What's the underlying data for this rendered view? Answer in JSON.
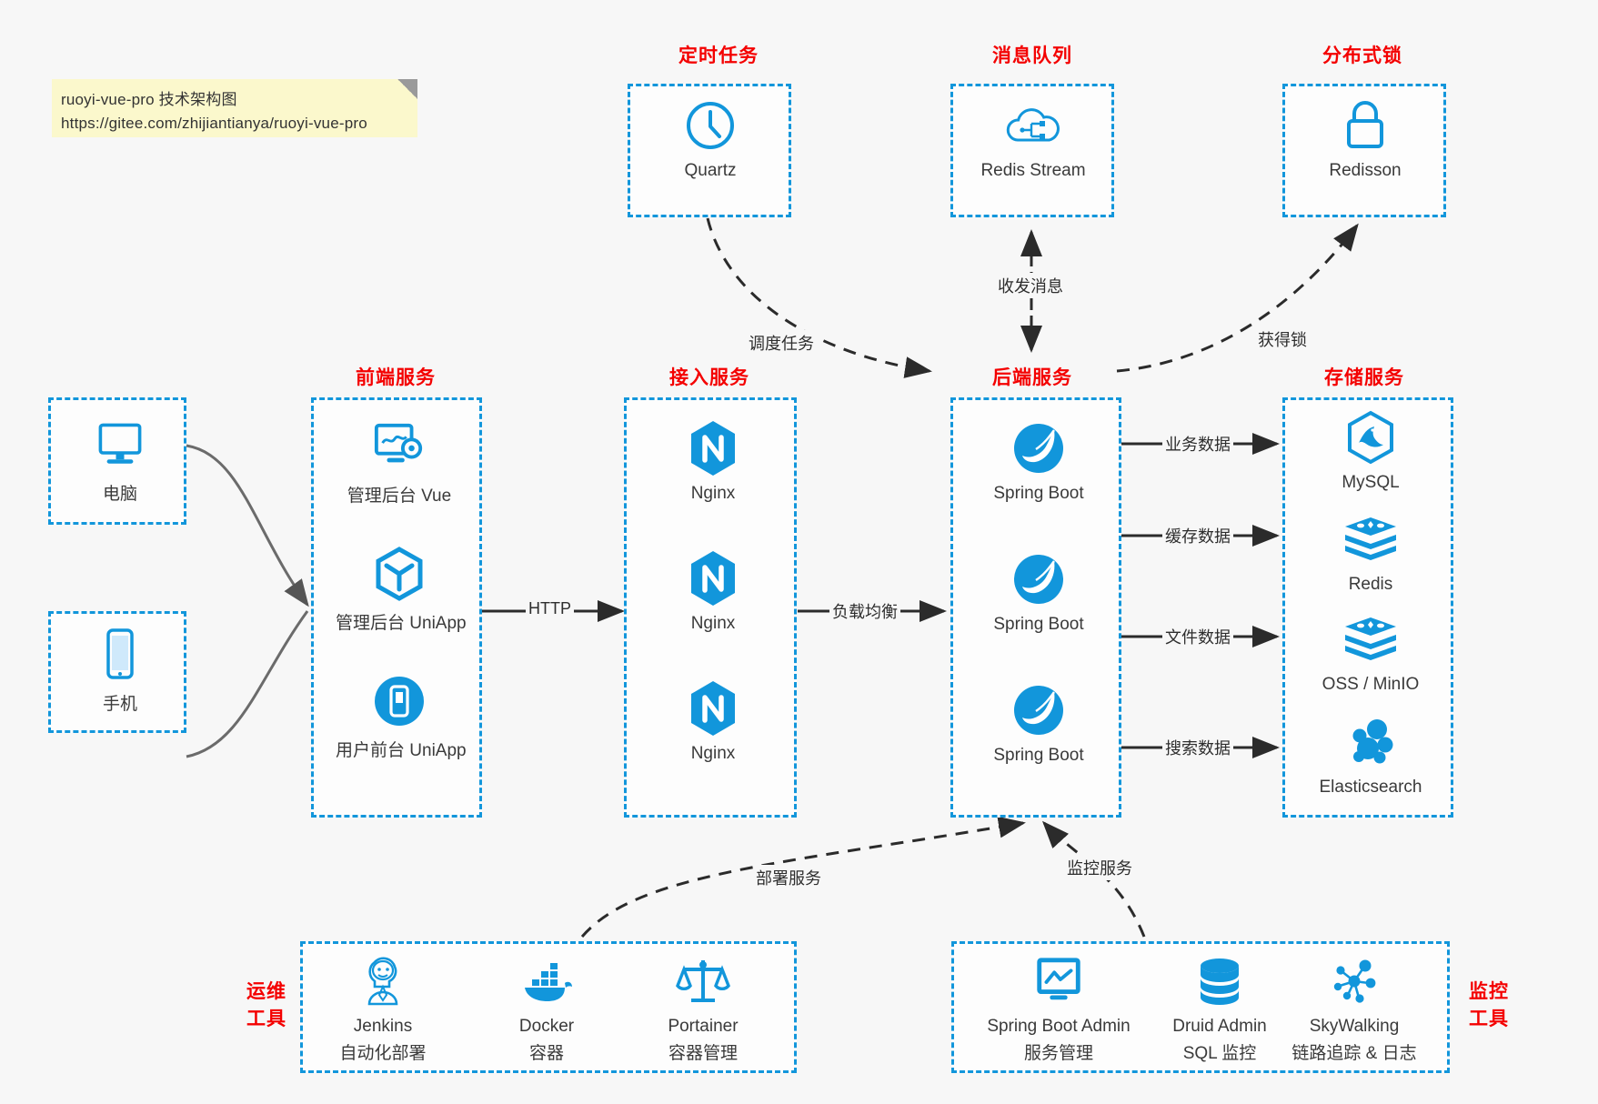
{
  "note": {
    "line1": "ruoyi-vue-pro 技术架构图",
    "line2": "https://gitee.com/zhijiantianya/ruoyi-vue-pro"
  },
  "colors": {
    "accent": "#1296db",
    "caption": "#f40000",
    "background": "#f7f7f7",
    "note_bg": "#fbf8cc",
    "arrow": "#3c3c3c"
  },
  "captions": {
    "scheduler": "定时任务",
    "mq": "消息队列",
    "lock": "分布式锁",
    "frontend": "前端服务",
    "gateway": "接入服务",
    "backend": "后端服务",
    "storage": "存储服务",
    "devops_1": "运维",
    "devops_2": "工具",
    "monitor_1": "监控",
    "monitor_2": "工具"
  },
  "clients": [
    {
      "icon": "monitor-icon",
      "label": "电脑"
    },
    {
      "icon": "phone-icon",
      "label": "手机"
    }
  ],
  "scheduler": {
    "items": [
      {
        "icon": "clock-icon",
        "label": "Quartz"
      }
    ]
  },
  "mq": {
    "items": [
      {
        "icon": "cloud-stream-icon",
        "label": "Redis Stream"
      }
    ]
  },
  "lock": {
    "items": [
      {
        "icon": "lock-icon",
        "label": "Redisson"
      }
    ]
  },
  "frontend": {
    "items": [
      {
        "icon": "dashboard-gear-icon",
        "label": "管理后台 Vue"
      },
      {
        "icon": "cube-icon",
        "label": "管理后台 UniApp"
      },
      {
        "icon": "mobile-app-icon",
        "label": "用户前台 UniApp"
      }
    ]
  },
  "gateway": {
    "items": [
      {
        "icon": "nginx-icon",
        "label": "Nginx"
      },
      {
        "icon": "nginx-icon",
        "label": "Nginx"
      },
      {
        "icon": "nginx-icon",
        "label": "Nginx"
      }
    ]
  },
  "backend": {
    "items": [
      {
        "icon": "spring-boot-icon",
        "label": "Spring Boot"
      },
      {
        "icon": "spring-boot-icon",
        "label": "Spring Boot"
      },
      {
        "icon": "spring-boot-icon",
        "label": "Spring Boot"
      }
    ]
  },
  "storage": {
    "items": [
      {
        "icon": "mysql-icon",
        "label": "MySQL"
      },
      {
        "icon": "redis-icon",
        "label": "Redis"
      },
      {
        "icon": "redis-icon",
        "label": "OSS / MinIO"
      },
      {
        "icon": "elasticsearch-icon",
        "label": "Elasticsearch"
      }
    ]
  },
  "devops": {
    "items": [
      {
        "icon": "jenkins-icon",
        "label": "Jenkins",
        "sub": "自动化部署"
      },
      {
        "icon": "docker-icon",
        "label": "Docker",
        "sub": "容器"
      },
      {
        "icon": "portainer-icon",
        "label": "Portainer",
        "sub": "容器管理"
      }
    ]
  },
  "monitor": {
    "items": [
      {
        "icon": "monitor-chart-icon",
        "label": "Spring Boot Admin",
        "sub": "服务管理"
      },
      {
        "icon": "database-icon",
        "label": "Druid Admin",
        "sub": "SQL 监控"
      },
      {
        "icon": "skywalking-icon",
        "label": "SkyWalking",
        "sub": "链路追踪 & 日志"
      }
    ]
  },
  "edges": [
    {
      "id": "http",
      "label": "HTTP"
    },
    {
      "id": "lb",
      "label": "负载均衡"
    },
    {
      "id": "schedule",
      "label": "调度任务"
    },
    {
      "id": "mq-exchange",
      "label": "收发消息"
    },
    {
      "id": "acquire-lock",
      "label": "获得锁"
    },
    {
      "id": "biz-data",
      "label": "业务数据"
    },
    {
      "id": "cache-data",
      "label": "缓存数据"
    },
    {
      "id": "file-data",
      "label": "文件数据"
    },
    {
      "id": "search-data",
      "label": "搜索数据"
    },
    {
      "id": "deploy",
      "label": "部署服务"
    },
    {
      "id": "monitor",
      "label": "监控服务"
    }
  ]
}
